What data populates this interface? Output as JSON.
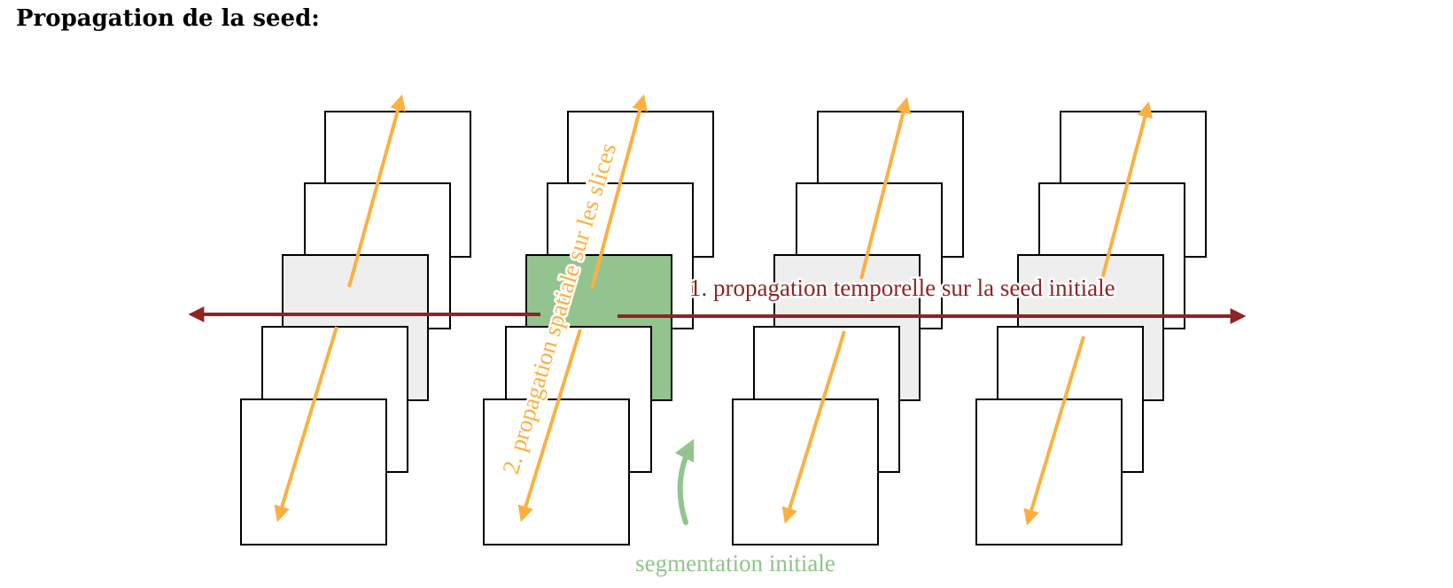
{
  "title": "Propagation de la seed:",
  "labels": {
    "temporal": "1. propagation temporelle sur la seed initiale",
    "spatial": "2. propagation spatiale sur les slices",
    "initial": "segmentation initiale"
  },
  "colors": {
    "orange": "#fbb040",
    "darkred": "#8e2424",
    "green": "#93c48f",
    "green_text": "#8fc48a",
    "gray_fill": "#eeeeee",
    "stroke": "#000000"
  },
  "stacks": [
    {
      "id": 1,
      "highlight": "gray"
    },
    {
      "id": 2,
      "highlight": "green"
    },
    {
      "id": 3,
      "highlight": "gray"
    },
    {
      "id": 4,
      "highlight": "gray"
    }
  ]
}
